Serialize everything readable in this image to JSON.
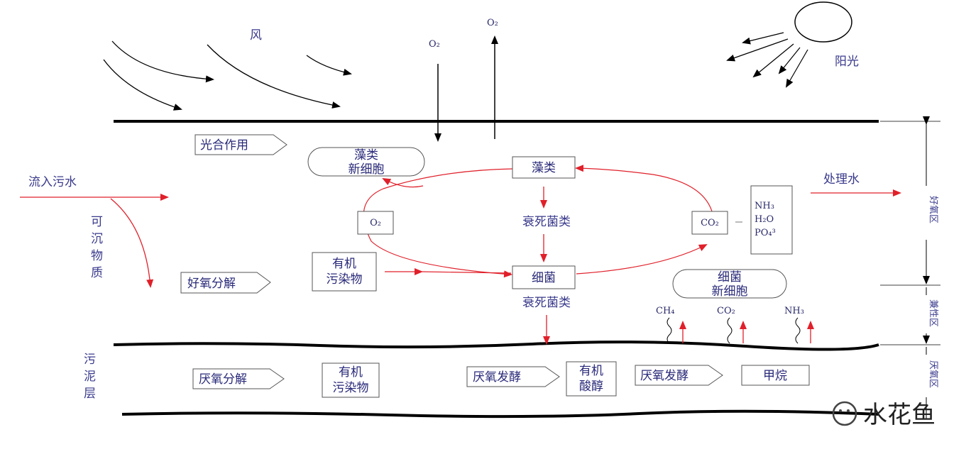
{
  "labels": {
    "wind": "风",
    "sunlight": "阳光",
    "o2_in": "O₂",
    "o2_out": "O₂",
    "photosynthesis": "光合作用",
    "algae_new_cells_1": "藻类",
    "algae_new_cells_2": "新细胞",
    "algae": "藻类",
    "dead_bacteria_upper": "衰死菌类",
    "o2_box": "O₂",
    "co2_box": "CO₂",
    "nutrients_1": "NH₃",
    "nutrients_2": "H₂O",
    "nutrients_3": "PO₄³",
    "inflow": "流入污水",
    "treated_water": "处理水",
    "settleable_1": "可",
    "settleable_2": "沉",
    "settleable_3": "物",
    "settleable_4": "质",
    "aerobic_decomposition": "好氧分解",
    "organic_pollutants_1": "有机",
    "organic_pollutants_2": "污染物",
    "bacteria": "细菌",
    "dead_bacteria_lower": "衰死菌类",
    "bacteria_new_cells_1": "细菌",
    "bacteria_new_cells_2": "新细胞",
    "ch4": "CH₄",
    "co2_gas": "CO₂",
    "nh3_gas": "NH₃",
    "sludge_1": "污",
    "sludge_2": "泥",
    "sludge_3": "层",
    "anaerobic_decomposition": "厌氧分解",
    "sludge_organic_1": "有机",
    "sludge_organic_2": "污染物",
    "anaerobic_fermentation_1": "厌氧发酵",
    "organic_acids_1": "有机",
    "organic_acids_2": "酸醇",
    "anaerobic_fermentation_2": "厌氧发酵",
    "methane": "甲烷",
    "zone_aerobic": "好氧区",
    "zone_facultative": "兼性区",
    "zone_anaerobic": "厌氧区",
    "watermark": "水花鱼"
  },
  "colors": {
    "flow_red": "#e0202a",
    "text_blue": "#3a3a8c",
    "line_black": "#000000"
  }
}
